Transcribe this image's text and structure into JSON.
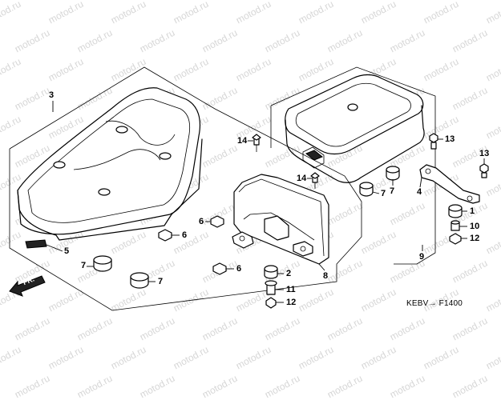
{
  "watermark": "motod.ru",
  "diagram_code": "KEBV→ F1400",
  "direction_arrow": "FR.",
  "callouts": [
    {
      "id": "c3",
      "label": "3"
    },
    {
      "id": "c5",
      "label": "5"
    },
    {
      "id": "c7a",
      "label": "7"
    },
    {
      "id": "c7b",
      "label": "7"
    },
    {
      "id": "c6a",
      "label": "6"
    },
    {
      "id": "c6b",
      "label": "6"
    },
    {
      "id": "c6c",
      "label": "6"
    },
    {
      "id": "c14a",
      "label": "14"
    },
    {
      "id": "c14b",
      "label": "14"
    },
    {
      "id": "c7c",
      "label": "7"
    },
    {
      "id": "c7d",
      "label": "7"
    },
    {
      "id": "c13a",
      "label": "13"
    },
    {
      "id": "c13b",
      "label": "13"
    },
    {
      "id": "c4",
      "label": "4"
    },
    {
      "id": "c1",
      "label": "1"
    },
    {
      "id": "c10",
      "label": "10"
    },
    {
      "id": "c12a",
      "label": "12"
    },
    {
      "id": "c9",
      "label": "9"
    },
    {
      "id": "c8",
      "label": "8"
    },
    {
      "id": "c2",
      "label": "2"
    },
    {
      "id": "c11",
      "label": "11"
    },
    {
      "id": "c12b",
      "label": "12"
    }
  ]
}
